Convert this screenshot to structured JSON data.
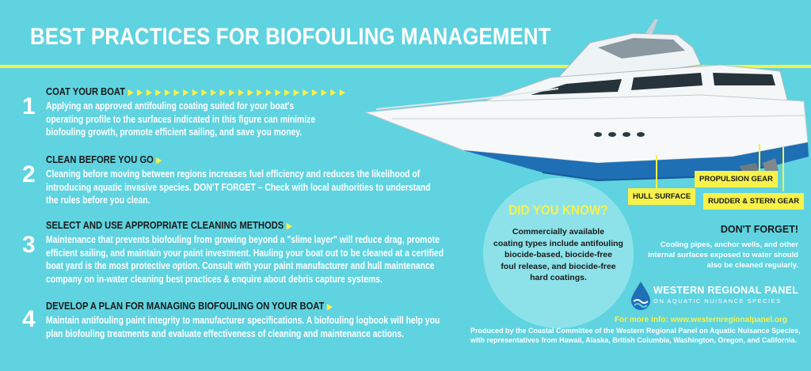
{
  "title": "BEST PRACTICES FOR BIOFOULING MANAGEMENT",
  "arrow_glyph": "▶",
  "steps": [
    {
      "number": "1",
      "heading": "COAT YOUR BOAT",
      "arrows": "▶ ▶ ▶ ▶ ▶ ▶ ▶ ▶ ▶ ▶ ▶ ▶ ▶ ▶ ▶ ▶ ▶ ▶ ▶ ▶ ▶ ▶ ▶ ▶",
      "lines": [
        "Applying an approved antifouling coating suited for your boat's",
        "operating profile to the surfaces indicated in this figure can minimize",
        "biofouling growth, promote efficient sailing, and save you money."
      ]
    },
    {
      "number": "2",
      "heading": "CLEAN BEFORE YOU GO",
      "arrows": "▶",
      "lines": [
        "Cleaning before moving between regions increases fuel efficiency and reduces the likelihood of",
        "introducing aquatic invasive species. DON'T FORGET – Check with local authorities to understand",
        "the rules before you clean."
      ]
    },
    {
      "number": "3",
      "heading": "SELECT AND USE APPROPRIATE CLEANING METHODS",
      "arrows": "▶",
      "lines": [
        "Maintenance that prevents biofouling from growing beyond a \"slime layer\" will reduce drag, promote",
        "efficient sailing, and maintain your paint investment. Hauling your boat out to be cleaned at a certified",
        "boat yard is the most protective option. Consult with your paint manufacturer and hull maintenance",
        "company on in-water cleaning best practices & enquire about debris capture systems."
      ]
    },
    {
      "number": "4",
      "heading": "DEVELOP A PLAN FOR MANAGING BIOFOULING ON YOUR BOAT",
      "arrows": "▶",
      "lines": [
        "Maintain antifouling paint integrity to manufacturer specifications. A biofouling logbook will help you",
        "plan biofouling treatments and evaluate effectiveness of cleaning and maintenance actions."
      ]
    }
  ],
  "labels": {
    "hull": "HULL SURFACE",
    "propulsion": "PROPULSION GEAR",
    "rudder": "RUDDER & STERN GEAR"
  },
  "did_you_know": {
    "title": "DID YOU KNOW?",
    "lines": [
      "Commercially available",
      "coating types include antifouling",
      "biocide-based, biocide-free",
      "foul release, and biocide-free",
      "hard coatings."
    ]
  },
  "dont_forget": {
    "title": "DON'T FORGET!",
    "lines": [
      "Cooling pipes, anchor wells, and other",
      "internal surfaces exposed to water should",
      "also be cleaned regularly."
    ]
  },
  "logo": {
    "name": "WESTERN REGIONAL PANEL",
    "sub": "ON AQUATIC NUISANCE SPECIES"
  },
  "more_info": "For more info: www.westernregionalpanel.org",
  "credit": [
    "Produced by the Coastal Committee of the Western Regional Panel on Aquatic Nuisance Species,",
    "with representatives from Hawaii, Alaska, British Columbia, Washington, Oregon, and California."
  ],
  "colors": {
    "background": "#5fd3e0",
    "accent_yellow": "#f7f24a",
    "hull_blue": "#1f6fb5",
    "text_dark": "#1a1a1a"
  }
}
